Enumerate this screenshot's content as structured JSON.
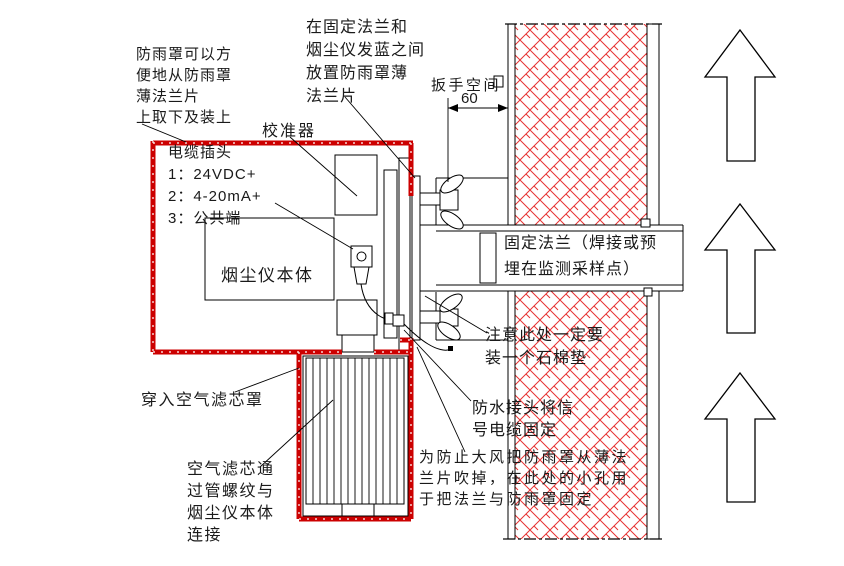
{
  "diagram": {
    "colors": {
      "cover_red": "#cc0000",
      "hatch_red": "#e63232",
      "line_black": "#000000",
      "text": "#1a1a1a"
    },
    "labels": {
      "rain_cover_note": "防雨罩可以方\n便地从防雨罩\n薄法兰片\n上取下及装上",
      "flange_spacer_note": "在固定法兰和\n烟尘仪发蓝之间\n放置防雨罩薄\n法兰片",
      "calibrator": "校准器",
      "wrench_space": "扳手空间",
      "wrench_dim": "60",
      "cable_plug": "电缆插头\n1：24VDC+\n2：4-20mA+\n3：公共端",
      "instrument_body": "烟尘仪本体",
      "fixed_flange": "固定法兰（焊接或预\n埋在监测采样点）",
      "asbestos_note": "注意此处一定要\n装一个石棉垫",
      "waterproof_note": "防水接头将信\n号电缆固定",
      "wind_note": "为防止大风把防雨罩从薄法\n兰片吹掉，在此处的小孔用\n于把法兰与防雨罩固定",
      "filter_cover_note": "穿入空气滤芯罩",
      "filter_thread_note": "空气滤芯通\n过管螺纹与\n烟尘仪本体\n连接"
    }
  }
}
